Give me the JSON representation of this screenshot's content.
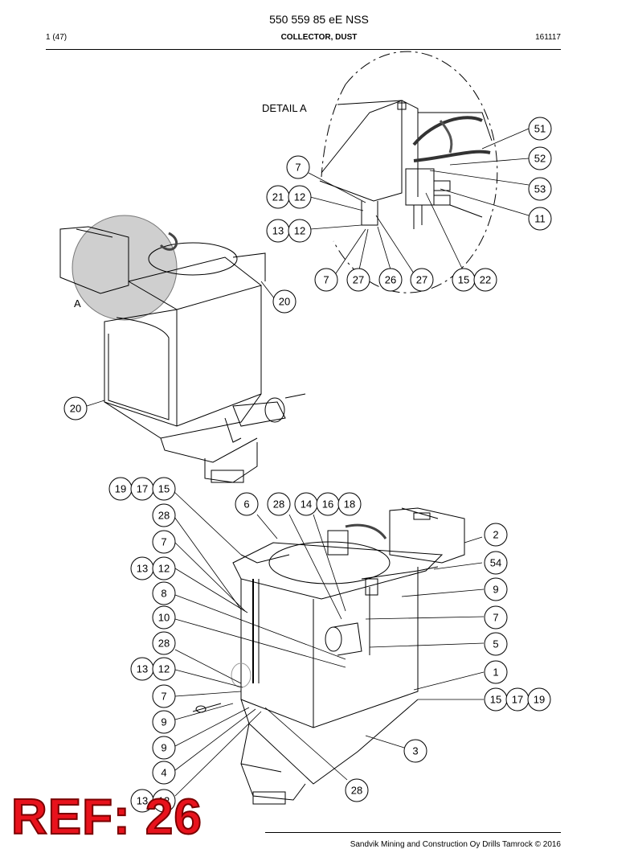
{
  "header": {
    "title": "550 559 85 eE NSS",
    "page": "1 (47)",
    "subtitle": "COLLECTOR, DUST",
    "date": "161117"
  },
  "labels": {
    "detail_a": "DETAIL A",
    "view_a": "A"
  },
  "callouts": {
    "c51": "51",
    "c52": "52",
    "c53": "53",
    "c11": "11",
    "d7a": "7",
    "d21": "21",
    "d12a": "12",
    "d13": "13",
    "d12b": "12",
    "d7b": "7",
    "d27a": "27",
    "d26": "26",
    "d27b": "27",
    "d15": "15",
    "d22": "22",
    "o20a": "20",
    "o20b": "20",
    "m19": "19",
    "m17": "17",
    "m15": "15",
    "m28a": "28",
    "m7a": "7",
    "m13a": "13",
    "m12a": "12",
    "m8": "8",
    "m10": "10",
    "m28b": "28",
    "m13b": "13",
    "m12b": "12",
    "m7b": "7",
    "m9a": "9",
    "m9b": "9",
    "m4": "4",
    "m13c": "13",
    "m12c": "12",
    "m6": "6",
    "m28c": "28",
    "m14": "14",
    "m16": "16",
    "m18": "18",
    "r2": "2",
    "r54": "54",
    "r9": "9",
    "r7": "7",
    "r5": "5",
    "r1": "1",
    "r15": "15",
    "r17": "17",
    "r19": "19",
    "r3": "3",
    "r28": "28"
  },
  "ref_badge": "REF: 26",
  "footer": "Sandvik Mining and Construction Oy Drills Tamrock © 2016"
}
